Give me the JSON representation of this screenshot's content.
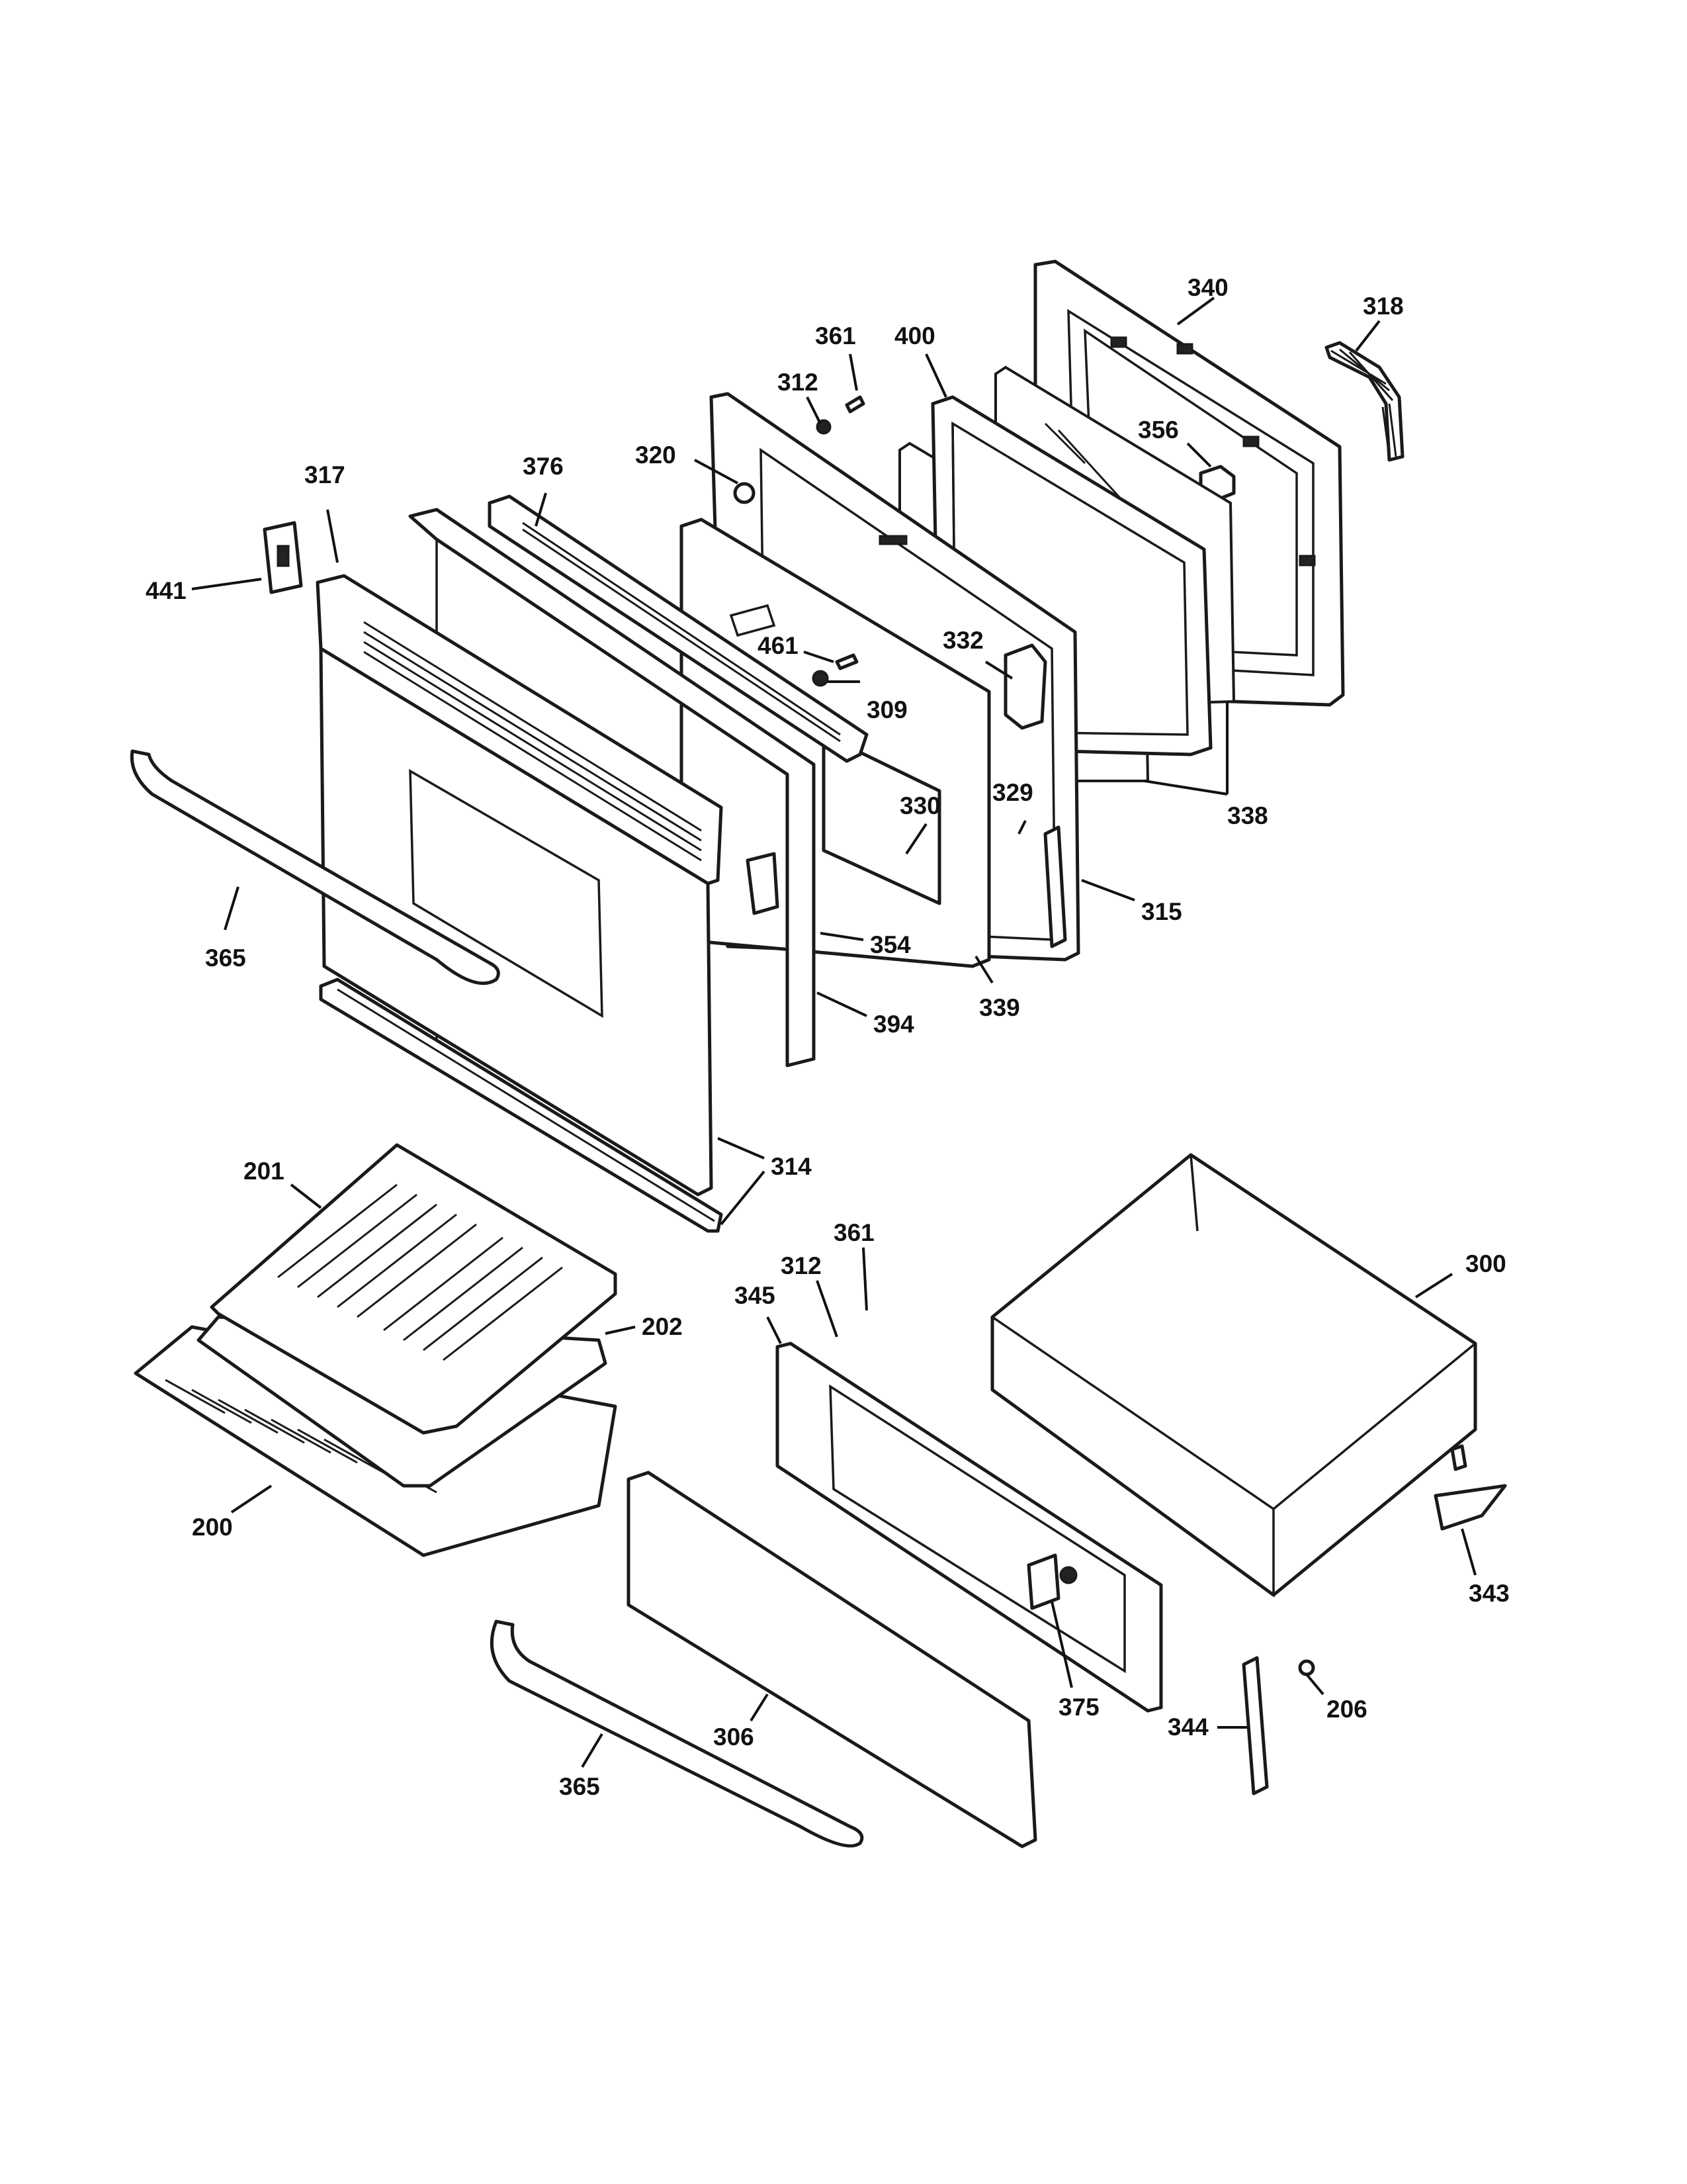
{
  "callouts": [
    {
      "id": "c340",
      "label": "340"
    },
    {
      "id": "c318",
      "label": "318"
    },
    {
      "id": "c361a",
      "label": "361"
    },
    {
      "id": "c400",
      "label": "400"
    },
    {
      "id": "c312a",
      "label": "312"
    },
    {
      "id": "c356",
      "label": "356"
    },
    {
      "id": "c320",
      "label": "320"
    },
    {
      "id": "c317",
      "label": "317"
    },
    {
      "id": "c376",
      "label": "376"
    },
    {
      "id": "c441",
      "label": "441"
    },
    {
      "id": "c461",
      "label": "461"
    },
    {
      "id": "c332",
      "label": "332"
    },
    {
      "id": "c309",
      "label": "309"
    },
    {
      "id": "c338",
      "label": "338"
    },
    {
      "id": "c330",
      "label": "330"
    },
    {
      "id": "c329",
      "label": "329"
    },
    {
      "id": "c315",
      "label": "315"
    },
    {
      "id": "c365a",
      "label": "365"
    },
    {
      "id": "c354",
      "label": "354"
    },
    {
      "id": "c339",
      "label": "339"
    },
    {
      "id": "c394",
      "label": "394"
    },
    {
      "id": "c201",
      "label": "201"
    },
    {
      "id": "c314",
      "label": "314"
    },
    {
      "id": "c361b",
      "label": "361"
    },
    {
      "id": "c300",
      "label": "300"
    },
    {
      "id": "c312b",
      "label": "312"
    },
    {
      "id": "c345",
      "label": "345"
    },
    {
      "id": "c202",
      "label": "202"
    },
    {
      "id": "c200",
      "label": "200"
    },
    {
      "id": "c343",
      "label": "343"
    },
    {
      "id": "c375",
      "label": "375"
    },
    {
      "id": "c206",
      "label": "206"
    },
    {
      "id": "c344",
      "label": "344"
    },
    {
      "id": "c306",
      "label": "306"
    },
    {
      "id": "c365b",
      "label": "365"
    }
  ]
}
